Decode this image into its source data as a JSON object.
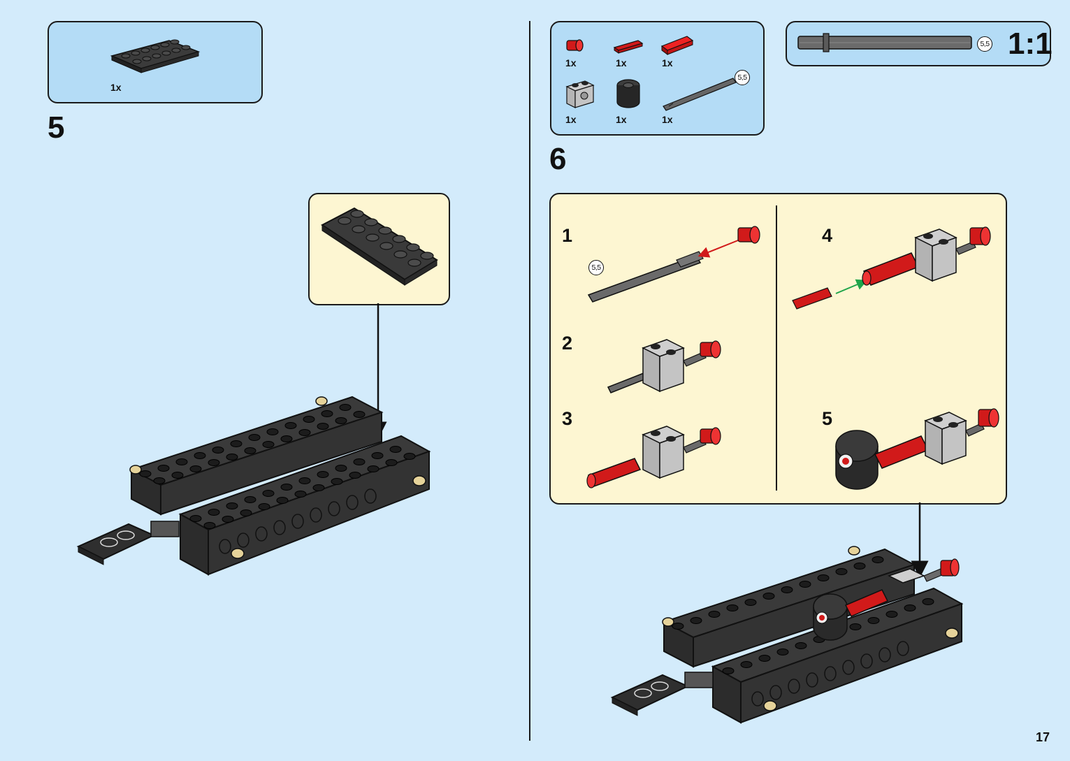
{
  "page_number": "17",
  "steps": [
    {
      "number": "5",
      "parts": [
        {
          "qty": "1x",
          "part": "black-plate-2x6"
        }
      ],
      "callout": {
        "part": "black-plate-2x6"
      }
    },
    {
      "number": "6",
      "parts": [
        {
          "qty": "1x",
          "part": "red-connector-bush"
        },
        {
          "qty": "1x",
          "part": "red-axle-connector-small"
        },
        {
          "qty": "1x",
          "part": "red-axle-connector"
        },
        {
          "qty": "1x",
          "part": "light-gray-technic-brick"
        },
        {
          "qty": "1x",
          "part": "black-round-brick"
        },
        {
          "qty": "1x",
          "part": "dark-gray-axle",
          "length": "5,5"
        }
      ],
      "scale": {
        "label": "1:1",
        "length": "5,5"
      },
      "substeps": [
        {
          "number": "1",
          "length": "5,5"
        },
        {
          "number": "2"
        },
        {
          "number": "3"
        },
        {
          "number": "4"
        },
        {
          "number": "5"
        }
      ]
    }
  ],
  "colors": {
    "background": "#d3ebfb",
    "parts_box": "#b4dcf6",
    "substep_box": "#fdf6d2",
    "black_brick": "#3a3a3a",
    "red": "#d11a1a",
    "tan": "#e6d39a",
    "arrow_red": "#d11a1a",
    "arrow_green": "#1fa44a"
  }
}
